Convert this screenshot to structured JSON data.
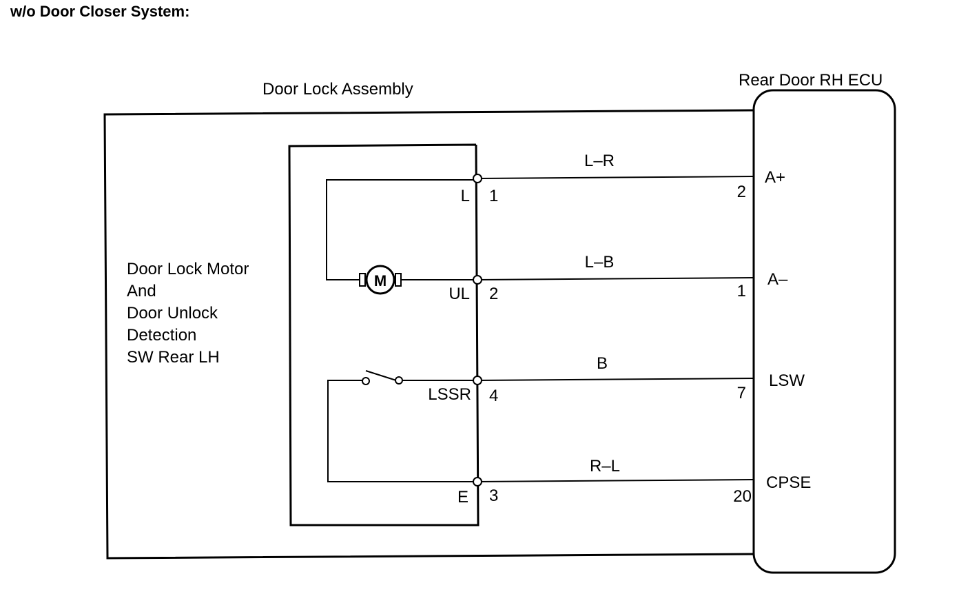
{
  "title": "w/o Door Closer System:",
  "door_lock_assembly": {
    "label": "Door Lock Assembly",
    "component_lines": [
      "Door Lock Motor",
      "And",
      "Door Unlock",
      "Detection",
      "SW Rear LH"
    ],
    "motor_symbol": "M"
  },
  "ecu": {
    "label": "Rear Door RH ECU"
  },
  "connections": [
    {
      "assembly_terminal": "L",
      "assembly_pin": "1",
      "wire_color": "L–R",
      "ecu_pin": "2",
      "ecu_terminal": "A+"
    },
    {
      "assembly_terminal": "UL",
      "assembly_pin": "2",
      "wire_color": "L–B",
      "ecu_pin": "1",
      "ecu_terminal": "A–"
    },
    {
      "assembly_terminal": "LSSR",
      "assembly_pin": "4",
      "wire_color": "B",
      "ecu_pin": "7",
      "ecu_terminal": "LSW"
    },
    {
      "assembly_terminal": "E",
      "assembly_pin": "3",
      "wire_color": "R–L",
      "ecu_pin": "20",
      "ecu_terminal": "CPSE"
    }
  ]
}
